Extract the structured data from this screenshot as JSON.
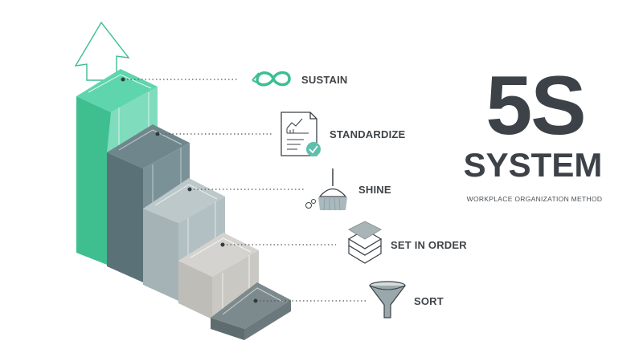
{
  "title": "5S",
  "subtitle_main": "SYSTEM",
  "tagline": "WORKPLACE ORGANIZATION METHOD",
  "steps": [
    {
      "label": "SUSTAIN",
      "icon": "infinity-icon",
      "color": "#3dbf91"
    },
    {
      "label": "STANDARDIZE",
      "icon": "checklist-document-icon",
      "color": "#5e7a80"
    },
    {
      "label": "SHINE",
      "icon": "broom-icon",
      "color": "#a9b8bb"
    },
    {
      "label": "SET IN ORDER",
      "icon": "stacked-layers-icon",
      "color": "#c5c4bf"
    },
    {
      "label": "SORT",
      "icon": "funnel-icon",
      "color": "#6f7d80"
    }
  ],
  "colors": {
    "text": "#3c4248",
    "accent": "#3dbf91",
    "dotted_line": "#555555"
  }
}
